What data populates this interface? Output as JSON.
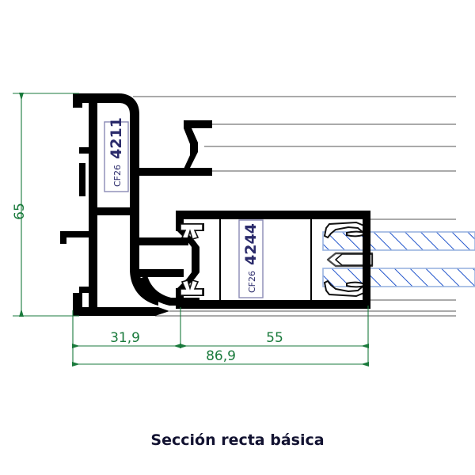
{
  "title": "Sección recta básica",
  "caption": {
    "text": "Sección recta básica"
  },
  "colors": {
    "outline": "#000000",
    "dimension": "#1a7a3c",
    "label_text": "#2b2b6b",
    "label_border": "#8a8ab5",
    "glass_hatch": "#2255cc",
    "glass_edge": "#9ab4e0",
    "thin_line": "#555555",
    "caption_text": "#121231",
    "background": "#ffffff"
  },
  "part_labels": [
    {
      "id": "label-4211",
      "prefix": "CF26",
      "code": "4211",
      "orientation": "vertical"
    },
    {
      "id": "label-4244",
      "prefix": "CF26",
      "code": "4244",
      "orientation": "vertical"
    }
  ],
  "dimensions": {
    "vertical": [
      {
        "id": "dim-height-65",
        "value": "65",
        "orientation": "vertical",
        "position": "left"
      }
    ],
    "horizontal": [
      {
        "id": "dim-31-9",
        "value": "31,9",
        "orientation": "horizontal",
        "position": "bottom-left"
      },
      {
        "id": "dim-55",
        "value": "55",
        "orientation": "horizontal",
        "position": "bottom-right"
      },
      {
        "id": "dim-86-9",
        "value": "86,9",
        "orientation": "horizontal",
        "position": "bottom-total"
      }
    ]
  },
  "components": {
    "frame_profile": "CF26 4211 outer frame profile",
    "sash_profile": "CF26 4244 sash profile",
    "glazing": "double glazing unit with hatched panes and spacer",
    "gaskets": "interlock and glazing gaskets"
  }
}
